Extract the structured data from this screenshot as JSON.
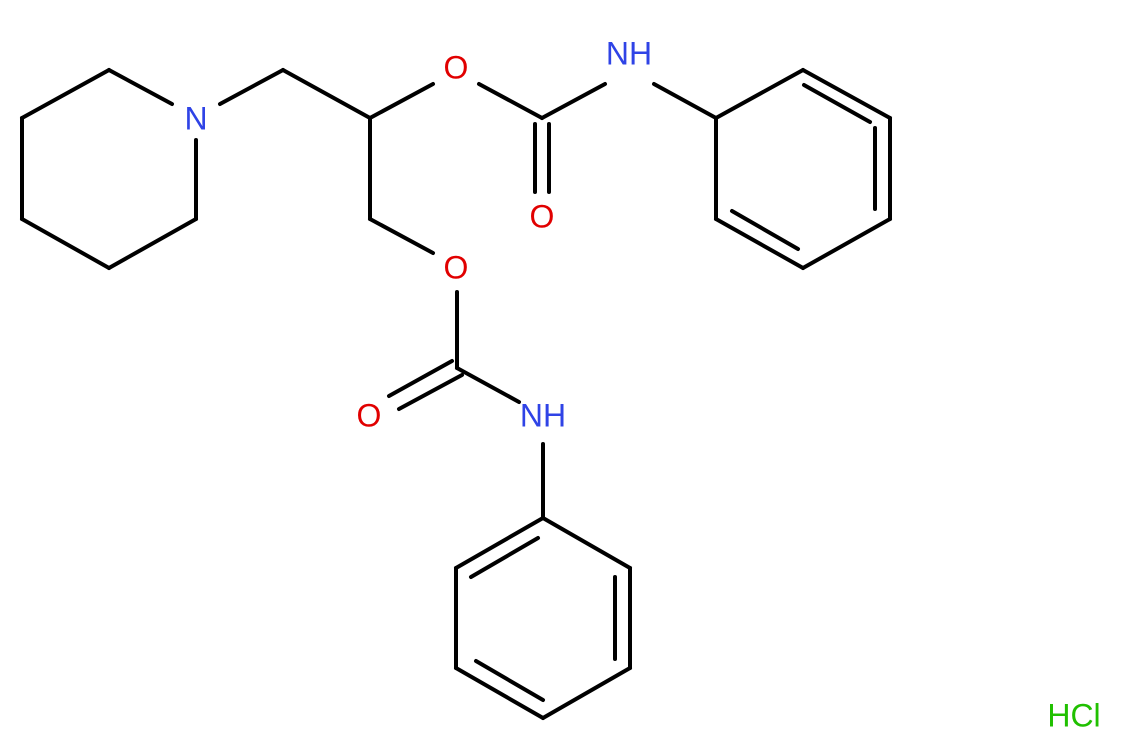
{
  "atoms": {
    "piperidine_n": "N",
    "ester_o_top": "O",
    "carbonyl_o_top": "O",
    "nh_top": "NH",
    "ester_o_bottom": "O",
    "carbonyl_o_bottom": "O",
    "nh_bottom": "NH"
  },
  "salt": "HCl",
  "colors": {
    "nitrogen": "#2f43e6",
    "oxygen": "#e10000",
    "chlorine": "#20c000",
    "bond": "#000000"
  }
}
